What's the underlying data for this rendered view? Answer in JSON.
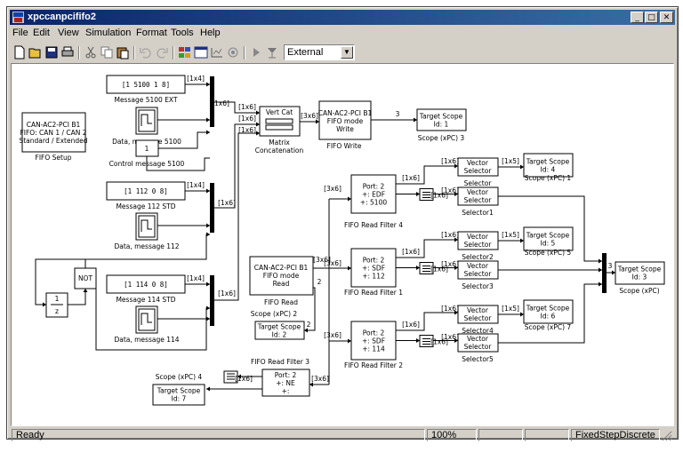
{
  "window": {
    "title": "xpccanpcififo2"
  },
  "menu": [
    "File",
    "Edit",
    "View",
    "Simulation",
    "Format",
    "Tools",
    "Help"
  ],
  "toolbar": {
    "icons": [
      "new-icon",
      "open-icon",
      "save-icon",
      "print-icon",
      "cut-icon",
      "copy-icon",
      "paste-icon",
      "undo-icon",
      "redo-icon",
      "library-browser-icon",
      "model-explorer-icon",
      "signal-icon",
      "debug-icon",
      "start-icon",
      "stop-icon"
    ],
    "mode_value": "External"
  },
  "status": {
    "left": "Ready",
    "zoom": "100%",
    "solver": "FixedStepDiscrete"
  },
  "diagram": {
    "fifo_setup": {
      "lines": [
        "CAN-AC2-PCI B1",
        "FIFO: CAN 1 / CAN 2",
        "Standard / Extended"
      ],
      "label": "FIFO Setup"
    },
    "const1": {
      "value": "[1  5100     1      8]",
      "label": "Message 5100 EXT",
      "dim": "[1x4]"
    },
    "data1": {
      "label": "Data, message 5100"
    },
    "ctrl": {
      "value": "1",
      "label": "Control message 5100"
    },
    "mux1": {
      "out": "[1x6]"
    },
    "const2": {
      "value": "[1    112     0      8]",
      "label": "Message 112 STD",
      "dim": "[1x4]"
    },
    "data2": {
      "label": "Data, message 112"
    },
    "mux2": {
      "out": "[1x6]"
    },
    "const3": {
      "value": "[1    114     0      8]",
      "label": "Message 114 STD",
      "dim": "[1x4]"
    },
    "data3": {
      "label": "Data, message 114"
    },
    "mux3": {
      "out": "[1x6]"
    },
    "not": {
      "text": "NOT"
    },
    "delay": {
      "num": "1",
      "den": "z"
    },
    "vertcat": {
      "title": "Vert Cat",
      "label1": "Matrix",
      "label2": "Concatenation",
      "in1": "[1x6]",
      "in2": "[1x6]",
      "in3": "[1x6]",
      "out": "[3x6]"
    },
    "fifo_write": {
      "lines": [
        "CAN-AC2-PCI B1",
        "FIFO mode",
        "Write"
      ],
      "label": "FIFO Write",
      "port": "3"
    },
    "scope3": {
      "lines": [
        "Target Scope",
        "Id: 1"
      ],
      "label": "Scope (xPC) 3"
    },
    "fifo_read": {
      "lines": [
        "CAN-AC2-PCI B1",
        "FIFO mode",
        "Read"
      ],
      "label": "FIFO Read",
      "out1": "[3x6]",
      "out2": "2"
    },
    "scope2": {
      "lines": [
        "Target Scope",
        "Id: 2"
      ],
      "label": "Scope (xPC) 2",
      "in": "2"
    },
    "filter4": {
      "lines": [
        "Port: 2",
        "+: EDF",
        "+: 5100"
      ],
      "label": "FIFO Read Filter 4",
      "in": "[3x6]",
      "out": "[1x6]"
    },
    "filter1": {
      "lines": [
        "Port: 2",
        "+: SDF",
        "+: 112"
      ],
      "label": "FIFO Read Filter 1",
      "in": "[3x6]",
      "out": "[1x6]"
    },
    "filter2": {
      "lines": [
        "Port: 2",
        "+: SDF",
        "+: 114"
      ],
      "label": "FIFO Read Filter 2",
      "in": "[3x6]",
      "out": "[1x6]"
    },
    "filter3": {
      "lines": [
        "Port: 2",
        "+: NE",
        "+:"
      ],
      "label": "FIFO Read Filter 3",
      "in": "[3x6]",
      "out": "[1x6]"
    },
    "sel_labels": [
      "Selector",
      "Selector1",
      "Selector2",
      "Selector3",
      "Selector4",
      "Selector5"
    ],
    "sel_text": [
      "Vector",
      "Selector"
    ],
    "sel_dims": {
      "in": "[1x6]",
      "out": "[1x5]"
    },
    "scope1": {
      "lines": [
        "Target Scope",
        "Id: 4"
      ],
      "label": "Scope (xPC) 1"
    },
    "scope5": {
      "lines": [
        "Target Scope",
        "Id: 5"
      ],
      "label": "Scope (xPC) 5"
    },
    "scope7": {
      "lines": [
        "Target Scope",
        "Id: 6"
      ],
      "label": "Scope (xPC) 7"
    },
    "scope4": {
      "lines": [
        "Target Scope",
        "Id: 7"
      ],
      "label": "Scope (xPC) 4"
    },
    "scope_main": {
      "lines": [
        "Target Scope",
        "Id: 3"
      ],
      "label": "Scope (xPC)",
      "in": "3"
    }
  }
}
